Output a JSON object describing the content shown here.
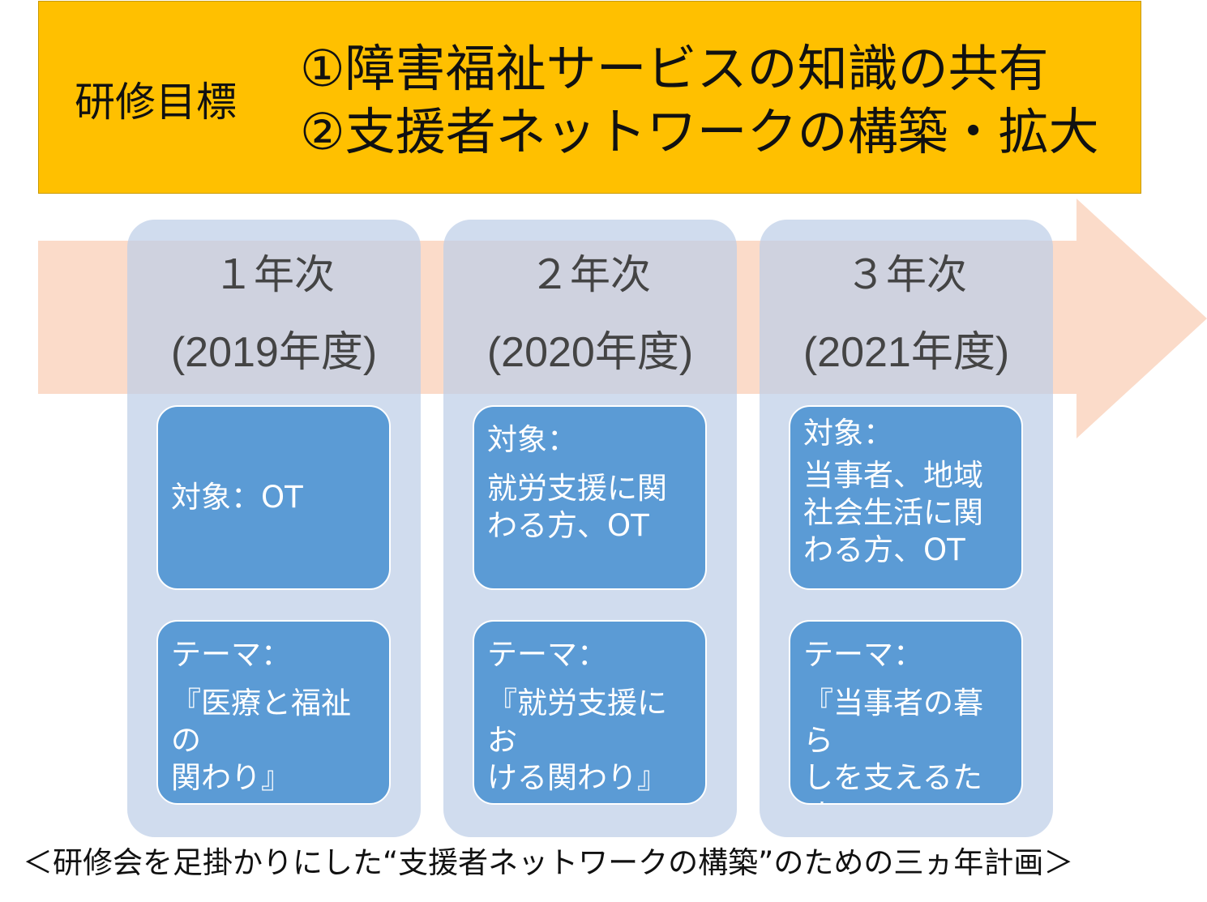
{
  "banner": {
    "label": "研修目標",
    "goals": [
      "①障害福祉サービスの知識の共有",
      "②支援者ネットワークの構築・拡大"
    ]
  },
  "years": [
    {
      "year": "１年次",
      "fiscal": "(2019年度)",
      "target_label": "対象：",
      "target_value": "OT",
      "theme_label": "テーマ：",
      "theme_value": "『医療と福祉の\n関わり』"
    },
    {
      "year": "２年次",
      "fiscal": "(2020年度)",
      "target_label": "対象：",
      "target_value": "就労支援に関\nわる方、OT",
      "theme_label": "テーマ：",
      "theme_value": "『就労支援にお\nける関わり』"
    },
    {
      "year": "３年次",
      "fiscal": "(2021年度)",
      "target_label": "対象：",
      "target_value": "当事者、地域\n社会生活に関\nわる方、OT",
      "theme_label": "テーマ：",
      "theme_value": "『当事者の暮ら\nしを支えるため\nの関わり』"
    }
  ],
  "caption": "＜研修会を足掛かりにした“支援者ネットワークの構築”のための三ヵ年計画＞",
  "colors": {
    "banner": "#FFC000",
    "arrow": "#FAD5C0",
    "column": "#BECEE8",
    "box": "#5B9BD5"
  }
}
